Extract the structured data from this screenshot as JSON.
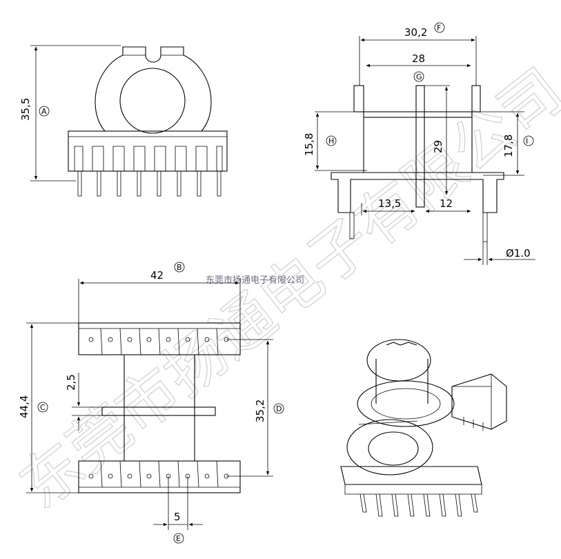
{
  "watermark": {
    "large": "东莞市扬通电子有限公司",
    "small": "东莞市扬通电子有限公司"
  },
  "dimensions": {
    "A": {
      "value": "35,5",
      "tag": "A"
    },
    "B": {
      "value": "42",
      "tag": "B"
    },
    "C": {
      "value": "44,4",
      "tag": "C"
    },
    "D": {
      "value": "35,2",
      "tag": "D"
    },
    "E": {
      "value": "5",
      "tag": "E"
    },
    "F": {
      "value": "30,2",
      "tag": "F"
    },
    "G": {
      "value": "29",
      "tag": "G"
    },
    "H": {
      "value": "15,8",
      "tag": "H"
    },
    "I": {
      "value": "17,8",
      "tag": "I"
    },
    "d28": {
      "value": "28"
    },
    "d13_5": {
      "value": "13,5"
    },
    "d12": {
      "value": "12"
    },
    "d2_5": {
      "value": "2,5"
    },
    "pin": {
      "value": "Ø1.0"
    }
  }
}
